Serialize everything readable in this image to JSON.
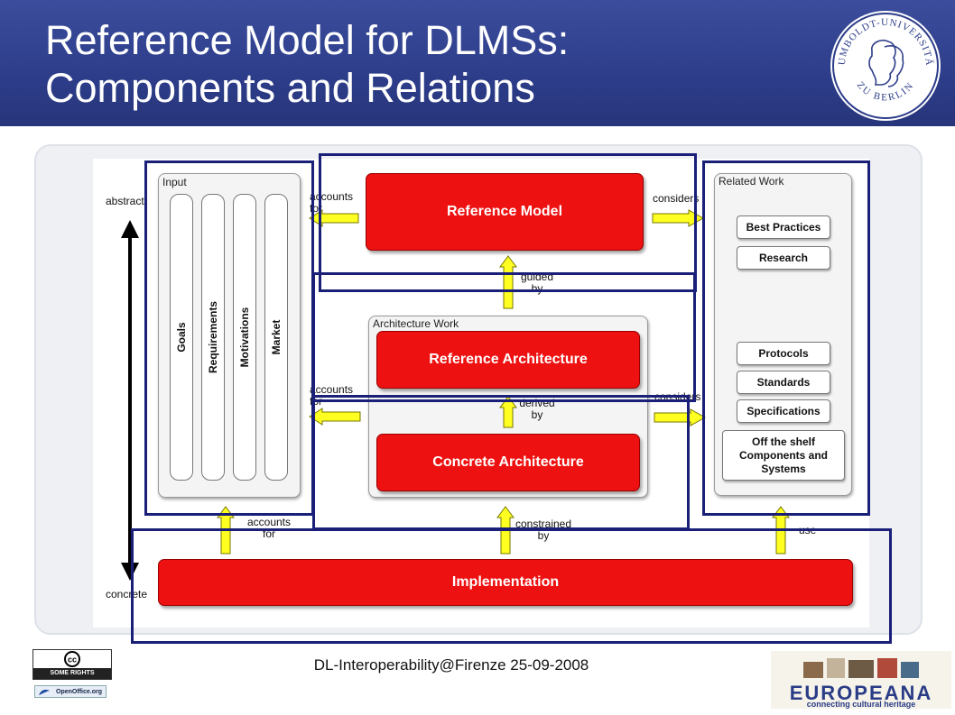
{
  "slide": {
    "title_line1": "Reference Model for DLMSs:",
    "title_line2": "Components and Relations",
    "footer": "DL-Interoperability@Firenze 25-09-2008"
  },
  "seal": {
    "text_top": "HUMBOLDT-UNIVERSITÄT",
    "text_bottom": "ZU BERLIN"
  },
  "badges": {
    "cc_logo": "cc",
    "cc_text": "SOME RIGHTS RESERVED",
    "openoffice_text": "OpenOffice.org"
  },
  "logo": {
    "name": "EUROPEANA",
    "tagline": "connecting cultural heritage"
  },
  "diagram": {
    "scale_top": "abstract",
    "scale_bottom": "concrete",
    "input": {
      "label": "Input",
      "columns": [
        "Goals",
        "Requirements",
        "Motivations",
        "Market"
      ]
    },
    "reference_model": "Reference Model",
    "architecture": {
      "label": "Architecture Work",
      "reference_architecture": "Reference Architecture",
      "concrete_architecture": "Concrete Architecture"
    },
    "implementation": "Implementation",
    "related_work": {
      "label": "Related Work",
      "items": [
        "Best Practices",
        "Research",
        "Protocols",
        "Standards",
        "Specifications",
        "Off the shelf Components and Systems"
      ]
    },
    "relations": {
      "accounts_for_1": "accounts for",
      "considers_1": "considers",
      "guided_by": "guided by",
      "accounts_for_2": "accounts for",
      "derived_by": "derived by",
      "considers_2": "considers",
      "accounts_for_3": "accounts for",
      "constrained_by": "constrained by",
      "use": "use"
    }
  },
  "colors": {
    "header": "#2d3d8a",
    "component_red": "#ee1111",
    "arrow_yellow": "#ffff22",
    "highlight_navy": "#1a1f78"
  }
}
